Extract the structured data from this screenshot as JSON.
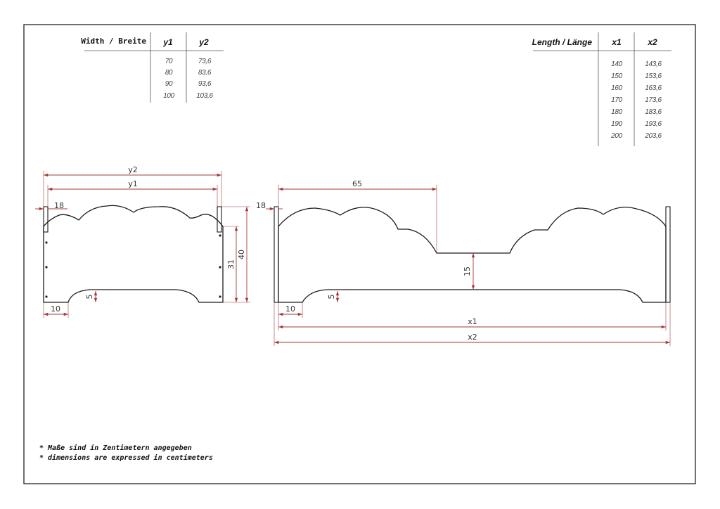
{
  "width_table": {
    "header": "Width / Breite",
    "col1": "y1",
    "col2": "y2",
    "rows": [
      {
        "a": "70",
        "b": "73,6"
      },
      {
        "a": "80",
        "b": "83,6"
      },
      {
        "a": "90",
        "b": "93,6"
      },
      {
        "a": "100",
        "b": "103,6"
      }
    ]
  },
  "length_table": {
    "header": "Length / Länge",
    "col1": "x1",
    "col2": "x2",
    "rows": [
      {
        "a": "140",
        "b": "143,6"
      },
      {
        "a": "150",
        "b": "153,6"
      },
      {
        "a": "160",
        "b": "163,6"
      },
      {
        "a": "170",
        "b": "173,6"
      },
      {
        "a": "180",
        "b": "183,6"
      },
      {
        "a": "190",
        "b": "193,6"
      },
      {
        "a": "200",
        "b": "203,6"
      }
    ]
  },
  "side_view": {
    "dims": {
      "y2": "y2",
      "y1": "y1",
      "thickness": "18",
      "h_inner": "31",
      "h_total": "40",
      "leg": "10",
      "arch": "5"
    }
  },
  "front_view": {
    "dims": {
      "top_width": "65",
      "thickness": "18",
      "drop": "15",
      "leg": "10",
      "arch": "5",
      "x1": "x1",
      "x2": "x2"
    }
  },
  "notes": [
    "* Maße sind in Zentimetern angegeben",
    "* dimensions are expressed in centimeters"
  ],
  "colors": {
    "dimension": "#a33a3a",
    "outline": "#1a1a1a"
  }
}
